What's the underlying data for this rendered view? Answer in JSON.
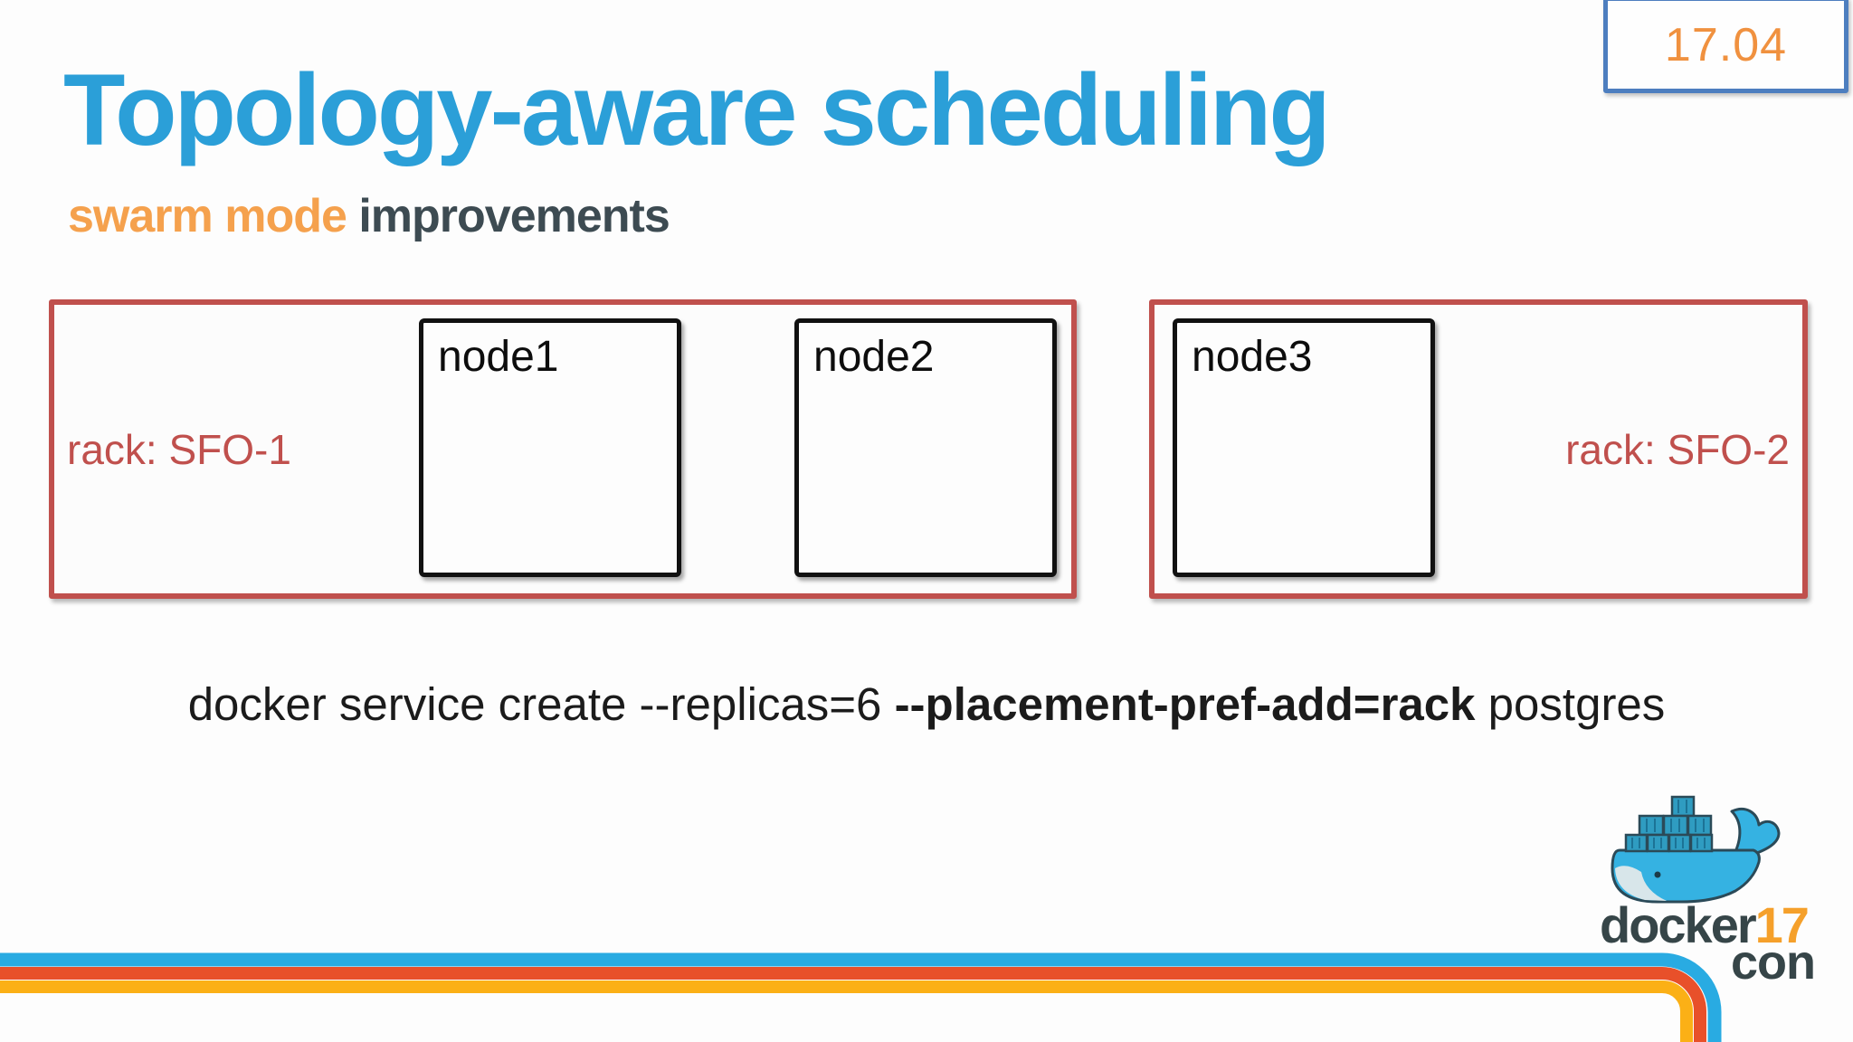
{
  "badge": {
    "version": "17.04"
  },
  "header": {
    "title": "Topology-aware scheduling",
    "subtitle_accent": "swarm mode",
    "subtitle_rest": " improvements"
  },
  "racks": [
    {
      "label": "rack: SFO-1",
      "nodes": [
        "node1",
        "node2"
      ]
    },
    {
      "label": "rack: SFO-2",
      "nodes": [
        "node3"
      ]
    }
  ],
  "command": {
    "pre": "docker service create --replicas=6 ",
    "bold": "--placement-pref-add=rack",
    "post": " postgres"
  },
  "logo": {
    "brand": "docker",
    "year": "17",
    "suffix": "con"
  },
  "colors": {
    "background": "#fdfdfd",
    "titleBlue": "#2b9fd8",
    "accentOrange": "#f5a14d",
    "subtitleDark": "#3d4b52",
    "rackRed": "#c0504d",
    "nodeBorder": "#111111",
    "badgeBorder": "#4d7ebf",
    "badgeText": "#f0913f",
    "commandText": "#1b1b1b",
    "stripeBlue": "#29abe2",
    "stripeRed": "#e8502a",
    "stripeYellow": "#fbb016",
    "logoDark": "#364548",
    "logoOrange": "#f5a02b",
    "logoOutline": "#2b4a58",
    "whaleBlue": "#35b2e2",
    "containerBlue": "#2f9cc1"
  }
}
